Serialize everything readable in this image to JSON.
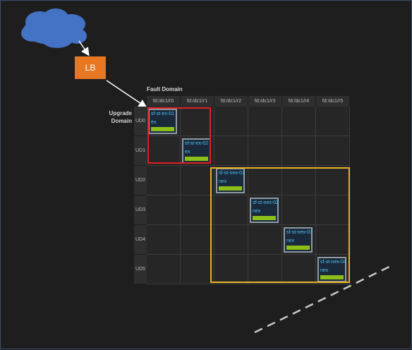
{
  "diagram": {
    "lb_label": "LB",
    "fault_domain_title": "Fault Domain",
    "upgrade_domain_title": "Upgrade Domain",
    "columns": [
      "fd:/dc1/r0",
      "fd:/dc1/r1",
      "fd:/dc1/r2",
      "fd:/dc1/r3",
      "fd:/dc1/r4",
      "fd:/dc1/r5"
    ],
    "rows": [
      "UD0",
      "UD1",
      "UD2",
      "UD3",
      "UD4",
      "UD5"
    ],
    "nodes": [
      {
        "name": "sf-st-ex-01",
        "type": "ex",
        "row": 0,
        "col": 0
      },
      {
        "name": "sf-st-ex-02",
        "type": "ex",
        "row": 1,
        "col": 1
      },
      {
        "name": "sf-st-nex-01",
        "type": "nex",
        "row": 2,
        "col": 2
      },
      {
        "name": "sf-st-nex-02",
        "type": "nex",
        "row": 3,
        "col": 3
      },
      {
        "name": "sf-st-nex-03",
        "type": "nex",
        "row": 4,
        "col": 4
      },
      {
        "name": "sf-st-nex-04",
        "type": "nex",
        "row": 5,
        "col": 5
      }
    ],
    "colors": {
      "cloud": "#4472c4",
      "lb": "#e87722",
      "ex_group_border": "#e02020",
      "nex_group_border": "#e6b422",
      "node_bar": "#8cbf1a",
      "node_text": "#4fc3f7"
    }
  }
}
